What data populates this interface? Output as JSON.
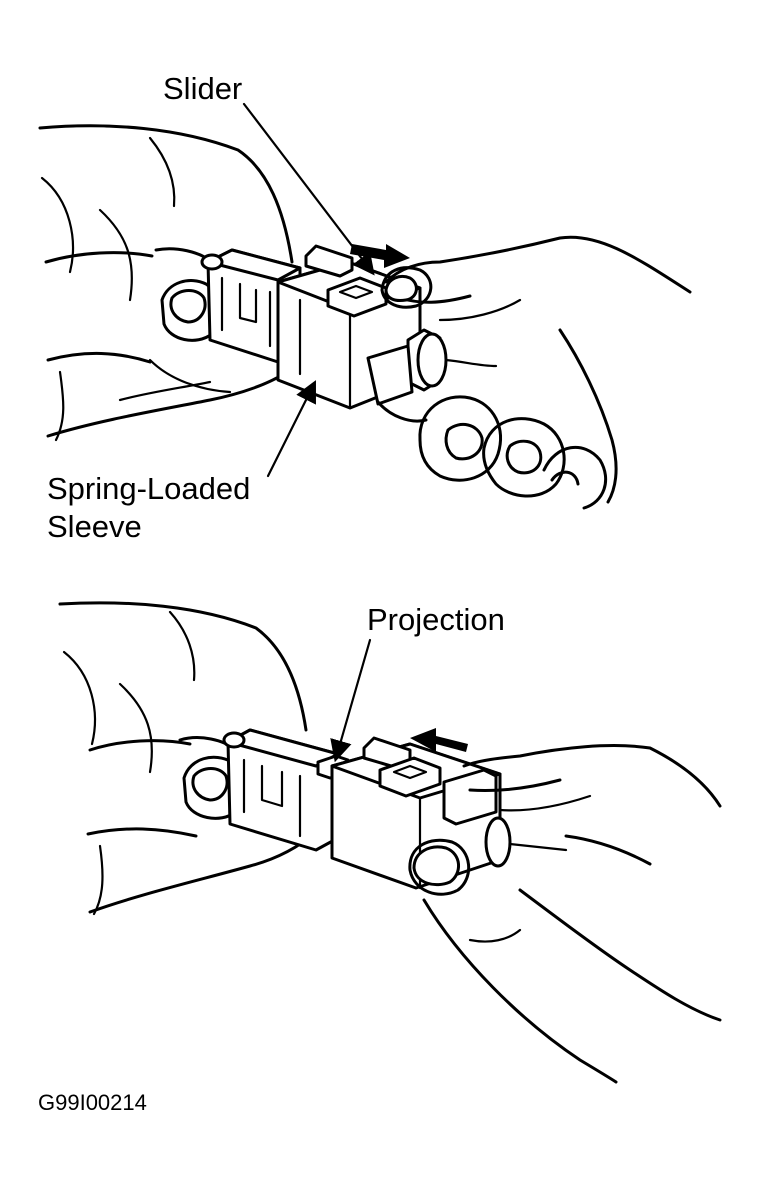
{
  "labels": {
    "slider": "Slider",
    "sleeve_line1": "Spring-Loaded",
    "sleeve_line2": "Sleeve",
    "projection": "Projection",
    "figure_code": "G99I00214"
  },
  "colors": {
    "ink": "#000000",
    "paper": "#ffffff"
  }
}
